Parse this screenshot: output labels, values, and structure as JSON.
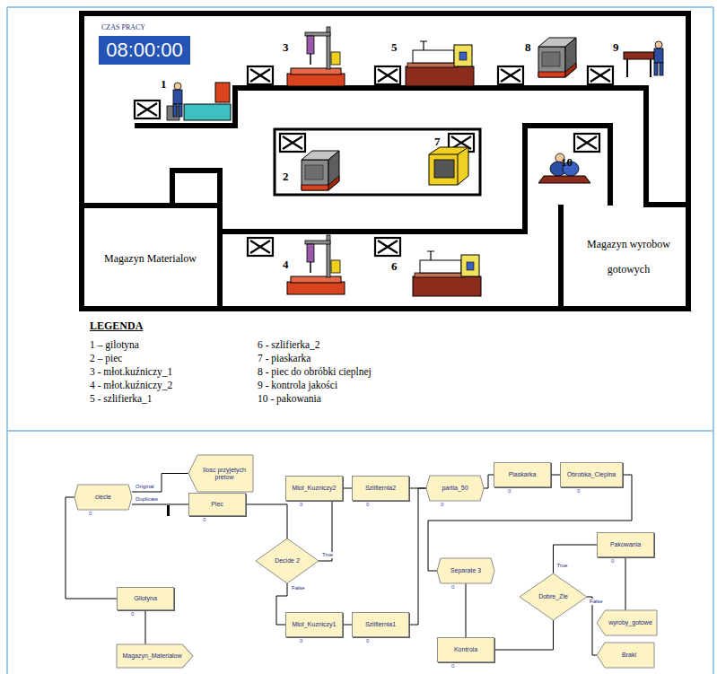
{
  "diagram": {
    "nodes": [
      {
        "text": [
          "CZAS PRACY",
          "08:00:00"
        ]
      },
      {
        "text": [
          "Magazyn Materialow"
        ]
      },
      {
        "text": [
          "Magazyn wyrobow gotowych"
        ]
      },
      {
        "text": [
          "ciecie"
        ]
      },
      {
        "text": [
          "Ilosc przyjetych pretow"
        ]
      },
      {
        "text": [
          "Piec"
        ]
      },
      {
        "text": [
          "Mlot_Kuzniczy2"
        ]
      },
      {
        "text": [
          "Szlifiernia2"
        ]
      },
      {
        "text": [
          "partia_50"
        ]
      },
      {
        "text": [
          "Piaskarka"
        ]
      },
      {
        "text": [
          "Obrobka_Cieplna"
        ]
      },
      {
        "text": [
          "Decide 2"
        ]
      },
      {
        "text": [
          "Separate 3"
        ]
      },
      {
        "text": [
          "Dobre_Zle"
        ]
      },
      {
        "text": [
          "Pakowania"
        ]
      },
      {
        "text": [
          "Gilotyna"
        ]
      },
      {
        "text": [
          "Mlot_Kuzniczy1"
        ]
      },
      {
        "text": [
          "Szlifiernia1"
        ]
      },
      {
        "text": [
          "wyroby_gotowe"
        ]
      },
      {
        "text": [
          "Kontrola"
        ]
      },
      {
        "text": [
          "Braki"
        ]
      },
      {
        "text": [
          "Magazyn_Materialow"
        ]
      }
    ],
    "edges": [
      {
        "from": 3,
        "to": 4,
        "label": "Original",
        "arrow": "none"
      },
      {
        "from": 3,
        "to": 5,
        "label": "Duplicate",
        "arrow": "none"
      },
      {
        "from": 5,
        "to": 11,
        "arrow": "none"
      },
      {
        "from": 11,
        "to": 6,
        "label": "True",
        "arrow": "none"
      },
      {
        "from": 11,
        "to": 16,
        "label": "False",
        "arrow": "none"
      },
      {
        "from": 6,
        "to": 7,
        "arrow": "none"
      },
      {
        "from": 7,
        "to": 8,
        "arrow": "none"
      },
      {
        "from": 16,
        "to": 17,
        "arrow": "none"
      },
      {
        "from": 17,
        "to": 8,
        "arrow": "none"
      },
      {
        "from": 8,
        "to": 9,
        "arrow": "none"
      },
      {
        "from": 9,
        "to": 10,
        "arrow": "none"
      },
      {
        "from": 10,
        "to": 12,
        "arrow": "none"
      },
      {
        "from": 12,
        "to": 19,
        "arrow": "none"
      },
      {
        "from": 19,
        "to": 13,
        "arrow": "none"
      },
      {
        "from": 13,
        "to": 14,
        "label": "True",
        "arrow": "none"
      },
      {
        "from": 13,
        "to": 20,
        "label": "False",
        "arrow": "none"
      },
      {
        "from": 14,
        "to": 18,
        "arrow": "none"
      },
      {
        "from": 21,
        "to": 15,
        "arrow": "none"
      },
      {
        "from": 15,
        "to": 3,
        "arrow": "none"
      }
    ],
    "labels": [
      "1",
      "2",
      "3",
      "4",
      "5",
      "6",
      "7",
      "8",
      "9",
      "10",
      "LEGENDA",
      "0",
      "0",
      "0",
      "0",
      "0",
      "0",
      "0",
      "0",
      "0",
      "0",
      "0",
      "0",
      "0"
    ],
    "legend": [
      {
        "text": "1 – gilotyna"
      },
      {
        "text": "2 – piec"
      },
      {
        "text": "3 - młot.kuźniczy_1"
      },
      {
        "text": "4 - młot.kuźniczy_2"
      },
      {
        "text": "5 - szlifierka_1"
      },
      {
        "text": "6 - szlifierka_2"
      },
      {
        "text": "7 - piaskarka"
      },
      {
        "text": "8 - piec do obróbki cieplnej"
      },
      {
        "text": "9 - kontrola jakości"
      },
      {
        "text": "10 - pakowania"
      }
    ]
  }
}
